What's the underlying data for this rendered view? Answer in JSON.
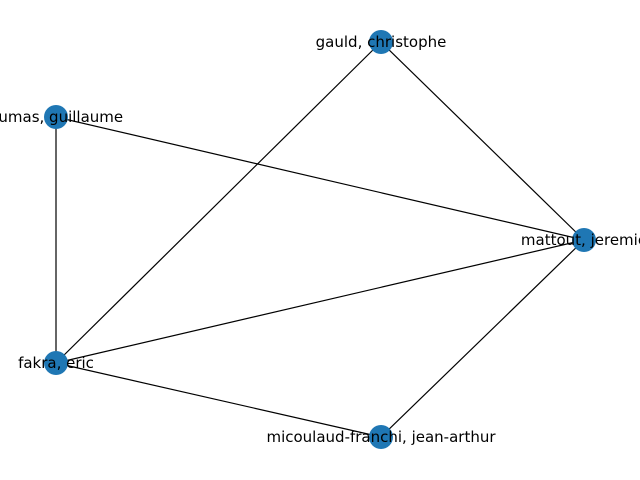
{
  "graph": {
    "node_color": "#1f77b4",
    "edge_color": "#000000",
    "nodes": [
      {
        "id": "gauld",
        "label": "gauld, christophe"
      },
      {
        "id": "dumas",
        "label": "dumas, guillaume"
      },
      {
        "id": "mattout",
        "label": "mattout, jeremie"
      },
      {
        "id": "fakra",
        "label": "fakra, eric"
      },
      {
        "id": "micoulaud",
        "label": "micoulaud-franchi, jean-arthur"
      }
    ],
    "edges": [
      {
        "source": "gauld",
        "target": "mattout"
      },
      {
        "source": "gauld",
        "target": "fakra"
      },
      {
        "source": "dumas",
        "target": "mattout"
      },
      {
        "source": "dumas",
        "target": "fakra"
      },
      {
        "source": "fakra",
        "target": "mattout"
      },
      {
        "source": "fakra",
        "target": "micoulaud"
      },
      {
        "source": "micoulaud",
        "target": "mattout"
      }
    ]
  }
}
